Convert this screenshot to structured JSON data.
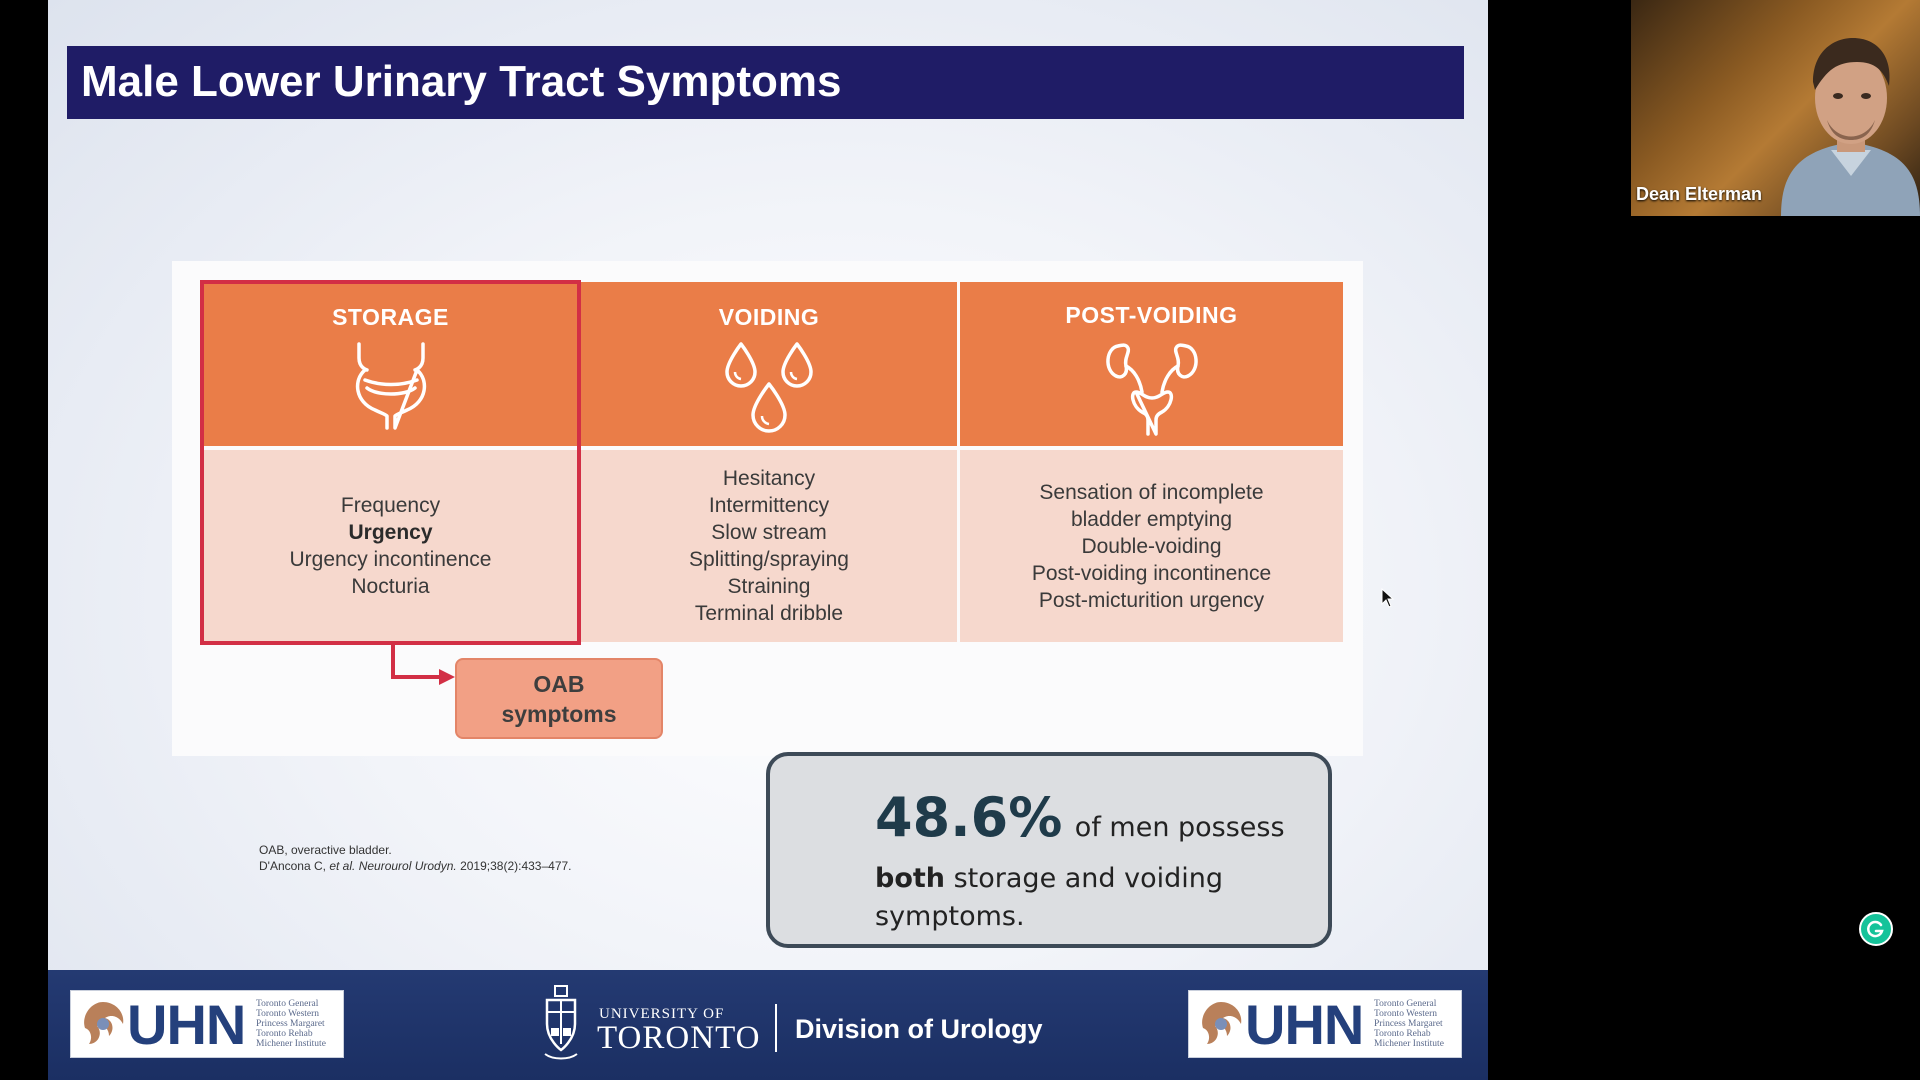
{
  "slide": {
    "title": "Male Lower Urinary Tract Symptoms",
    "columns": [
      {
        "heading": "STORAGE",
        "icon": "bladder-icon",
        "items": [
          "Frequency",
          "Urgency",
          "Urgency incontinence",
          "Nocturia"
        ],
        "bold_item": "Urgency"
      },
      {
        "heading": "VOIDING",
        "icon": "droplets-icon",
        "items": [
          "Hesitancy",
          "Intermittency",
          "Slow stream",
          "Splitting/spraying",
          "Straining",
          "Terminal dribble"
        ]
      },
      {
        "heading": "POST-VOIDING",
        "icon": "urinary-tract-icon",
        "items": [
          "Sensation of incomplete",
          "bladder emptying",
          "Double-voiding",
          "Post-voiding incontinence",
          "Post-micturition urgency"
        ]
      }
    ],
    "oab_box": "OAB\nsymptoms",
    "stat": {
      "percent": "48.6%",
      "text1": "of men possess",
      "bold": "both",
      "text2": "storage and voiding symptoms."
    },
    "footnote": {
      "line1": "OAB, overactive bladder.",
      "authors": "D'Ancona C, ",
      "etal": "et al.",
      "journal": "Neurourol Urodyn.",
      "ref": " 2019;38(2):433–477."
    },
    "footer": {
      "uhn_left": "UHN",
      "uhn_right": "UHN",
      "hospitals": [
        "Toronto General",
        "Toronto Western",
        "Princess Margaret",
        "Toronto Rehab",
        "Michener Institute"
      ],
      "university_small": "UNIVERSITY OF",
      "university_big": "TORONTO",
      "division": "Division of Urology"
    }
  },
  "video": {
    "speaker_name": "Dean Elterman"
  },
  "colors": {
    "title_bar": "#1f1c66",
    "header_orange": "#ea7d48",
    "body_peach": "#f6d8cd",
    "highlight_red": "#d22f45",
    "oab_salmon": "#f2a085",
    "footer_navy": "#1b2f63"
  },
  "widgets": {
    "grammarly": "grammarly-icon"
  }
}
